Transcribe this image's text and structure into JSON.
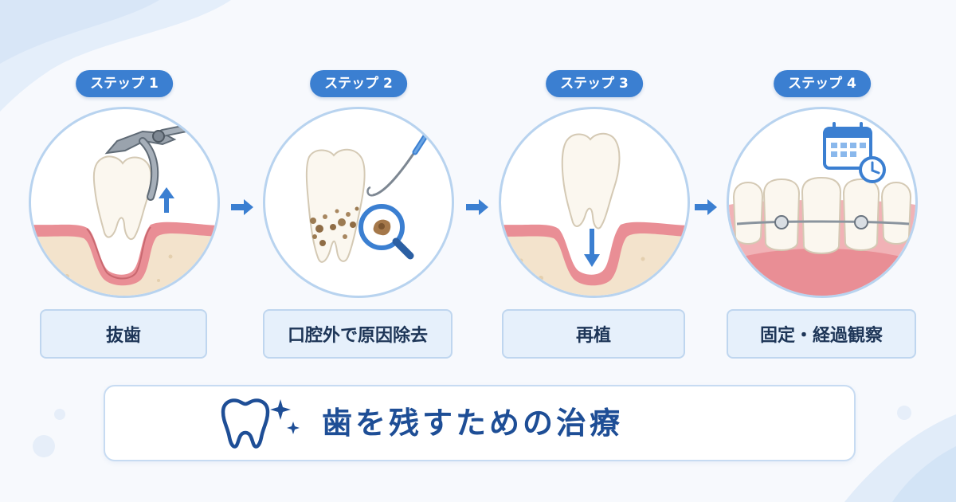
{
  "steps": [
    {
      "badge": "ステップ 1",
      "label": "抜歯"
    },
    {
      "badge": "ステップ 2",
      "label": "口腔外で原因除去"
    },
    {
      "badge": "ステップ 3",
      "label": "再植"
    },
    {
      "badge": "ステップ 4",
      "label": "固定・経過観察"
    }
  ],
  "banner": {
    "title": "歯を残すための治療"
  },
  "colors": {
    "accent": "#3b7fd1",
    "circle_border": "#b8d3ef",
    "label_bg": "#e6f0fb",
    "title_text": "#1e4e96",
    "gum": "#e98e95",
    "bone": "#f3e3cc",
    "tooth": "#fbf7ef"
  }
}
